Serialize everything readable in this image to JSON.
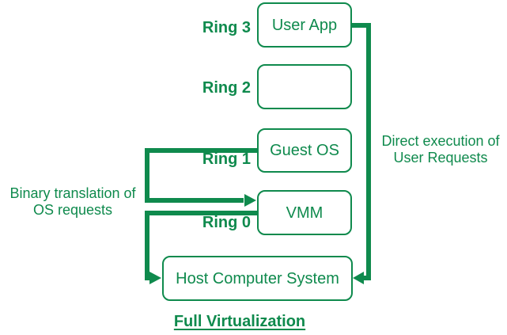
{
  "diagram": {
    "accent_color": "#0f8a4d",
    "title": "Full Virtualization",
    "rings": [
      {
        "label": "Ring 3"
      },
      {
        "label": "Ring 2"
      },
      {
        "label": "Ring 1"
      },
      {
        "label": "Ring 0"
      }
    ],
    "boxes": [
      {
        "id": "user-app",
        "label": "User App"
      },
      {
        "id": "ring2-empty",
        "label": ""
      },
      {
        "id": "guest-os",
        "label": "Guest OS"
      },
      {
        "id": "vmm",
        "label": "VMM"
      },
      {
        "id": "host-computer-system",
        "label": "Host Computer System"
      }
    ],
    "annotations": {
      "direct_execution": "Direct execution of\nUser Requests",
      "binary_translation": "Binary translation of\nOS requests"
    }
  }
}
